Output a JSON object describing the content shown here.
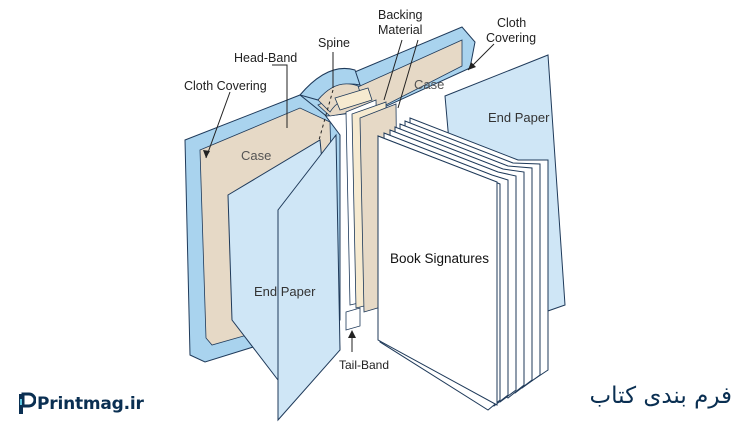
{
  "labels": {
    "cloth_covering_left": "Cloth Covering",
    "head_band": "Head-Band",
    "spine": "Spine",
    "backing_material_1": "Backing",
    "backing_material_2": "Material",
    "cloth_covering_right_1": "Cloth",
    "cloth_covering_right_2": "Covering",
    "case_left": "Case",
    "case_right": "Case",
    "end_paper_left": "End Paper",
    "end_paper_right": "End Paper",
    "book_signatures": "Book Signatures",
    "tail_band": "Tail-Band"
  },
  "footer": {
    "logo_text": "Printmag.ir",
    "caption": "فرم بندی کتاب"
  },
  "colors": {
    "cloth": "#a9d3ee",
    "case": "#e6d9c6",
    "end_paper": "#cfe6f6",
    "outline": "#1f3a5a",
    "brand": "#0a2f52"
  }
}
